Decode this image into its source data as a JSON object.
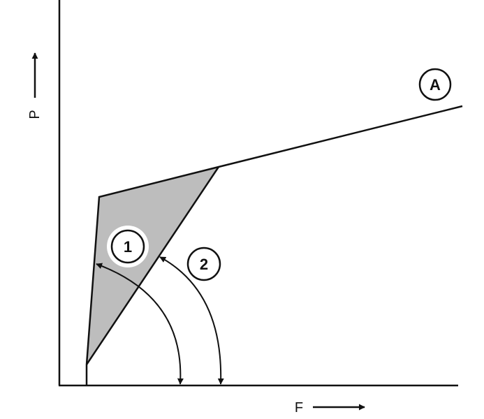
{
  "axes": {
    "y_label": "P",
    "x_label": "F"
  },
  "callouts": {
    "curve": "A",
    "angle_1": "1",
    "angle_2": "2"
  },
  "colors": {
    "line": "#111111",
    "shaded_region": "#bdbdbd",
    "background": "#ffffff"
  }
}
